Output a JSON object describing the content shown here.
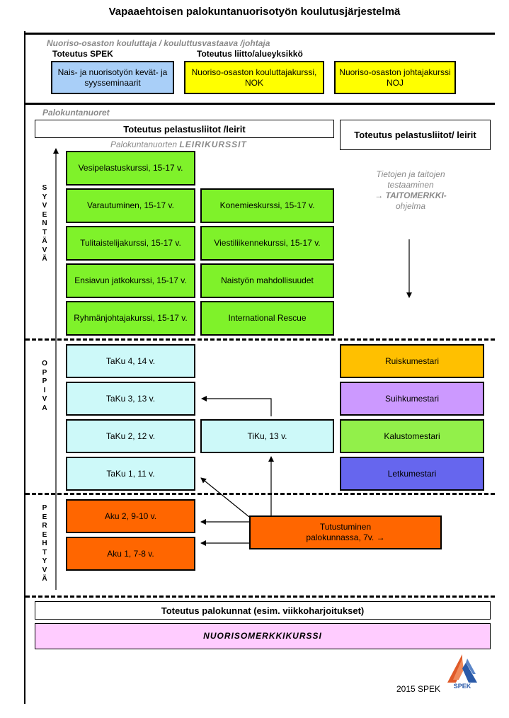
{
  "title": "Vapaaehtoisen palokuntanuorisotyön koulutusjärjestelmä",
  "top_section": {
    "heading": "Nuoriso-osaston kouluttaja  / kouluttusvastaava /johtaja",
    "spek_label": "Toteutus SPEK",
    "liitto_label": "Toteutus liitto/alueyksikkö",
    "boxes": [
      "Nais- ja nuorisotyön kevät- ja syysseminaarit",
      "Nuoriso-osaston kouluttajakurssi, NOK",
      "Nuoriso-osaston johtajakurssi NOJ"
    ]
  },
  "palokuntanuoret": {
    "heading": "Palokuntanuoret",
    "header_left": "Toteutus pelastusliitot  /leirit",
    "header_right": "Toteutus pelastusliitot/ leirit",
    "leirikurssit_prefix": "Palokuntanuorten",
    "leirikurssit_bold": "LEIRIKURSSIT",
    "taito_line1": "Tietojen ja taitojen",
    "taito_line2": "testaaminen",
    "taito_line3": "→ TAITOMERKKI-",
    "taito_line4": "ohjelma"
  },
  "phases": {
    "syventava": "S\nY\nV\nE\nN\nT\nÄ\nV\nÄ",
    "oppiva": "O\nP\nP\nI\nV\nA",
    "perehtyva": "P\nE\nR\nE\nH\nT\nY\nV\nÄ"
  },
  "syventava_left": [
    "Vesipelastuskurssi, 15-17 v.",
    "Varautuminen,  15-17 v.",
    "Tulitaistelijakurssi, 15-17 v.",
    "Ensiavun  jatkokurssi, 15-17 v.",
    "Ryhmänjohtajakurssi, 15-17 v."
  ],
  "syventava_right": [
    "Konemieskurssi, 15-17 v.",
    "Viestiliikennekurssi, 15-17 v.",
    "Naistyön mahdollisuudet",
    "International  Rescue"
  ],
  "oppiva_left": [
    "TaKu 4, 14 v.",
    "TaKu 3, 13 v.",
    "TaKu 2, 12 v.",
    "TaKu 1, 11 v."
  ],
  "tiku": "TiKu, 13 v.",
  "taitomerkit": [
    "Ruiskumestari",
    "Suihkumestari",
    "Kalustomestari",
    "Letkumestari"
  ],
  "taitomerkit_colors": [
    "#ffc000",
    "#cc99ff",
    "#92f04a",
    "#6666ee"
  ],
  "perehtyva_left": [
    "Aku 2, 9-10 v.",
    "Aku 1, 7-8 v."
  ],
  "tutustuminen_line1": "Tutustuminen",
  "tutustuminen_line2": "palokunnassa,  7v. →",
  "bottom": {
    "toteutus": "Toteutus palokunnat  (esim. viikkoharjoitukset)",
    "nuorisomerkki": "NUORISOMERKKIKURSSI"
  },
  "footer": {
    "year": "2015  SPEK",
    "logo_text": "SPEK"
  }
}
